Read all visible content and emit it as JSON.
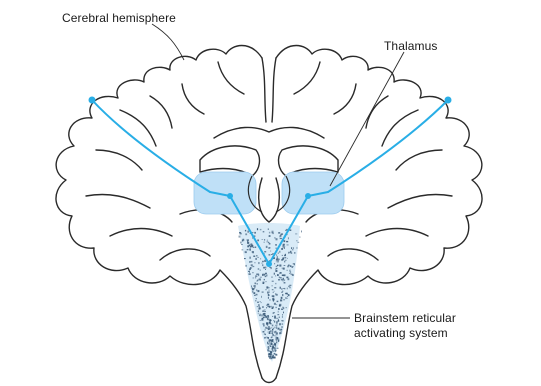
{
  "labels": {
    "cerebral_hemisphere": "Cerebral hemisphere",
    "thalamus": "Thalamus",
    "brainstem_line1": "Brainstem reticular",
    "brainstem_line2": "activating system"
  },
  "colors": {
    "outline": "#2a2a2a",
    "pathway": "#29aee6",
    "thalamus_fill": "#bfe0f7",
    "reticular_dots": "#3a5a78",
    "reticular_bg": "#cfe6f5",
    "label_text": "#1a1a1a"
  }
}
